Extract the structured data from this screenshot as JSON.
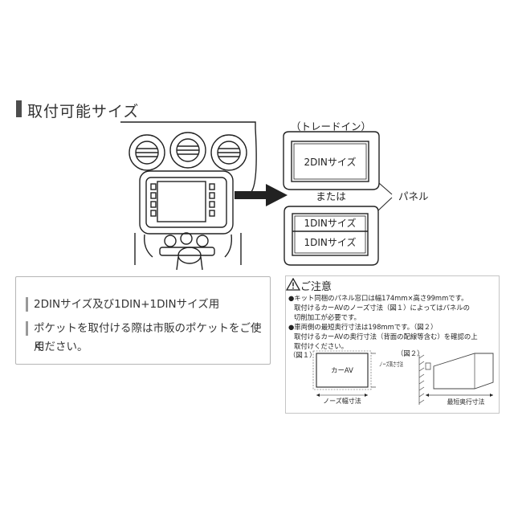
{
  "section": {
    "title": "取付可能サイズ"
  },
  "diagram": {
    "tradein_label": "（トレードイン）",
    "din2_label": "2DINサイズ",
    "or_label": "または",
    "din1a_label": "1DINサイズ",
    "din1b_label": "1DINサイズ",
    "panel_label": "パネル"
  },
  "info": {
    "items": [
      "2DINサイズ及び1DIN+1DINサイズ用",
      "ポケットを取付ける際は市販のポケットをご使用",
      "ください。"
    ]
  },
  "caution": {
    "heading": "ご注意",
    "lines": [
      "●キット同梱のパネル窓口は幅174mm×高さ99mmです。",
      "取付けるカーAVのノーズ寸法（図１）によってはパネルの",
      "切削加工が必要です。",
      "●車両側の最短奥行寸法は198mmです。（図２）",
      "取付けるカーAVの奥行寸法（背面の配線等含む）を確認の上",
      "取付けください。"
    ],
    "fig1_label": "（図１）",
    "fig1_device": "カーAV",
    "fig1_nose_height": "ノーズ高さ寸法",
    "fig1_nose_width": "ノーズ幅寸法",
    "fig2_label": "（図２）",
    "fig2_depth": "最短奥行寸法"
  }
}
